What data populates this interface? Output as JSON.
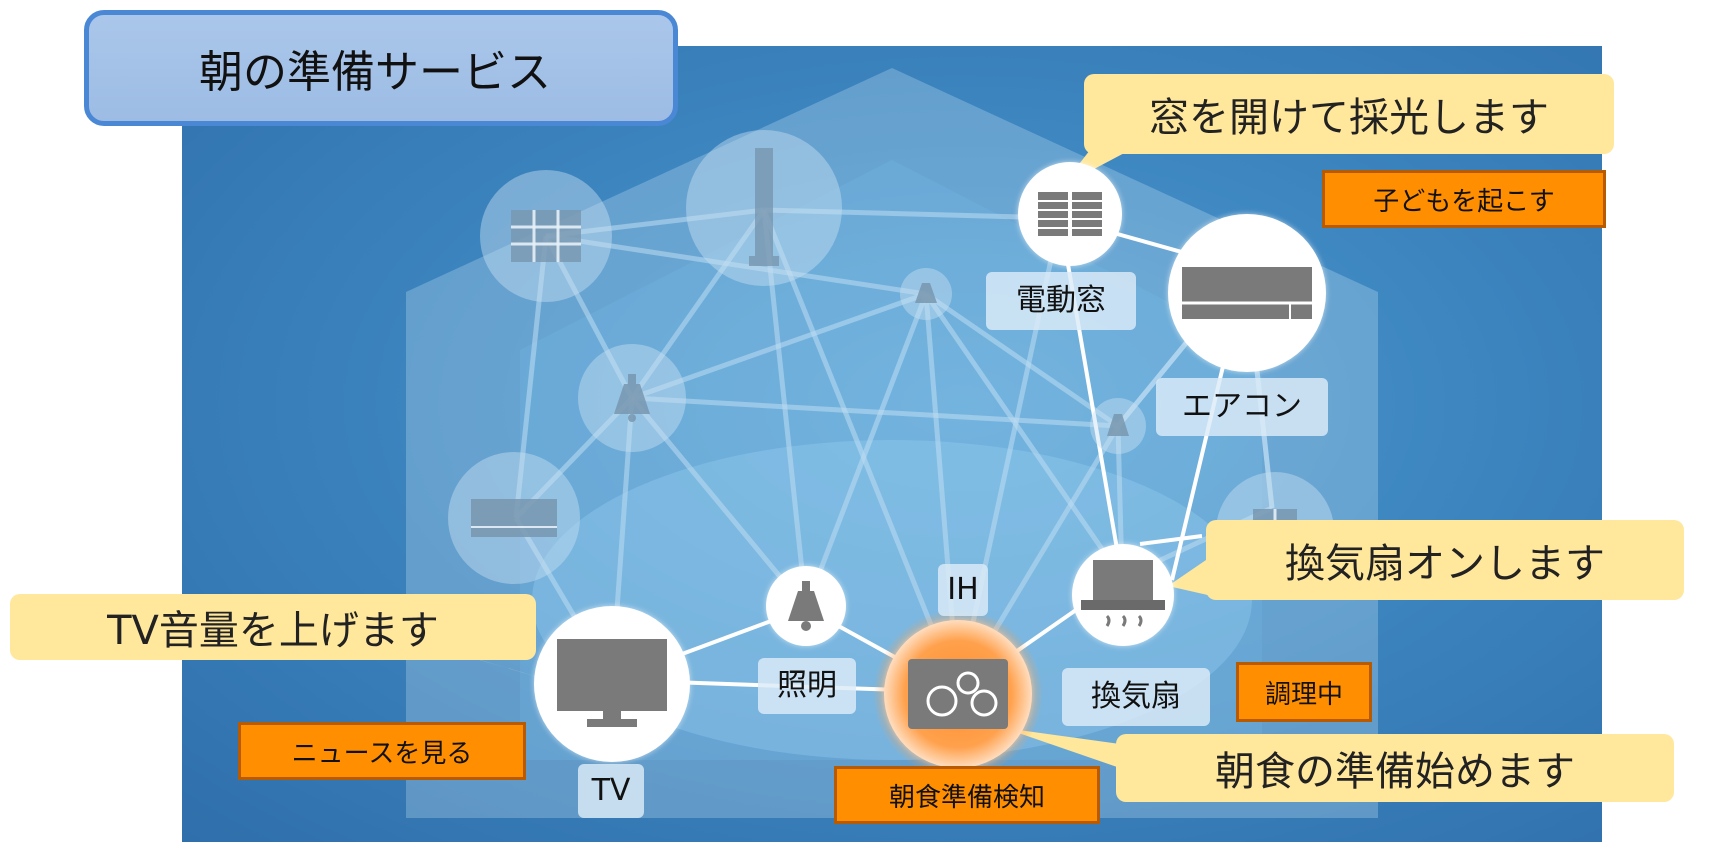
{
  "title": "朝の準備サービス",
  "colors": {
    "background": "#3d86c0",
    "bubble": "#ffe79c",
    "tag": "#ff8f00",
    "title_border": "#4a88d6"
  },
  "nodes": {
    "window": {
      "icon": "window-blinds-icon",
      "label": "電動窓"
    },
    "aircon": {
      "icon": "air-conditioner-icon",
      "label": "エアコン"
    },
    "fan": {
      "icon": "range-hood-icon",
      "label": "換気扇"
    },
    "ih": {
      "icon": "ih-cooktop-icon",
      "label": "IH"
    },
    "light": {
      "icon": "ceiling-lamp-icon",
      "label": "照明"
    },
    "tv": {
      "icon": "tv-icon",
      "label": "TV"
    }
  },
  "bubbles": {
    "window": "窓を開けて採光します",
    "fan": "換気扇オンします",
    "tv": "TV音量を上げます",
    "breakfast": "朝食の準備始めます"
  },
  "tags": {
    "wake": "子どもを起こす",
    "cooking": "調理中",
    "news": "ニュースを見る",
    "breakfast_detect": "朝食準備検知"
  }
}
